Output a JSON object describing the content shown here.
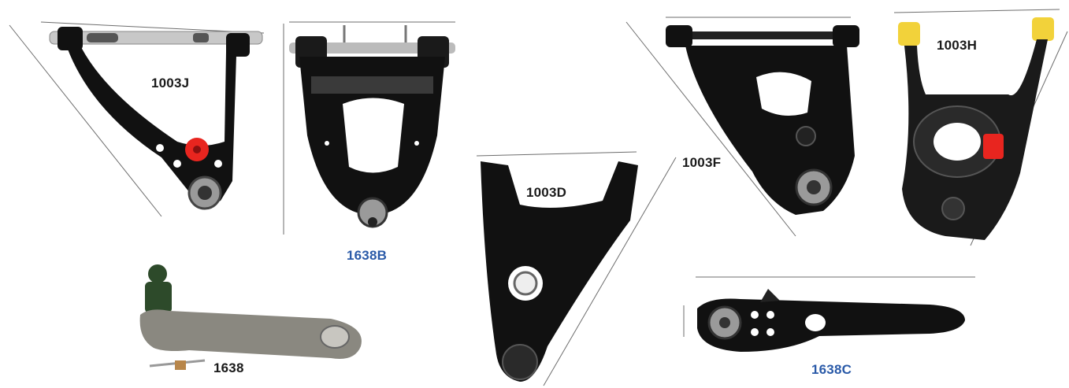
{
  "labels": {
    "arm_1003j": "1003J",
    "arm_1638b": "1638B",
    "arm_1003d": "1003D",
    "arm_1003f": "1003F",
    "arm_1003h": "1003H",
    "arm_1638c": "1638C",
    "pitman_1638": "1638"
  },
  "colors": {
    "part_black": "#101010",
    "chrome": "#c8c8c8",
    "bushing_red": "#e8251f",
    "label_blue": "#2a5aa8",
    "label_black": "#1a1a1a",
    "pitman_gray": "#8a8880"
  }
}
